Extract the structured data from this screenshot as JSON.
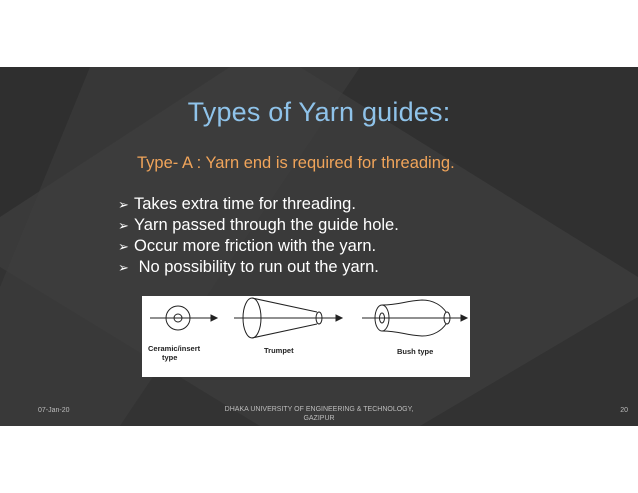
{
  "slide": {
    "title": "Types of Yarn guides:",
    "subtitle": "Type- A : Yarn end is required for threading.",
    "bullets": [
      "Takes extra time for threading.",
      "Yarn passed through the guide hole.",
      "Occur more friction with the yarn.",
      " No possibility to run out the yarn."
    ],
    "bullet_icon": "arrow-bullet-icon",
    "figure": {
      "labels": [
        "Ceramic/insert",
        "type",
        "Trumpet",
        "Bush type"
      ]
    },
    "footer": {
      "date": "07-Jan-20",
      "institution_line1": "DHAKA  UNIVERSITY OF ENGINEERING & TECHNOLOGY,",
      "institution_line2": "GAZIPUR",
      "page_number": "20"
    }
  },
  "colors": {
    "background": "#3a3a3a",
    "title": "#8fc3ea",
    "subtitle": "#f0a45a",
    "text": "#ffffff"
  }
}
